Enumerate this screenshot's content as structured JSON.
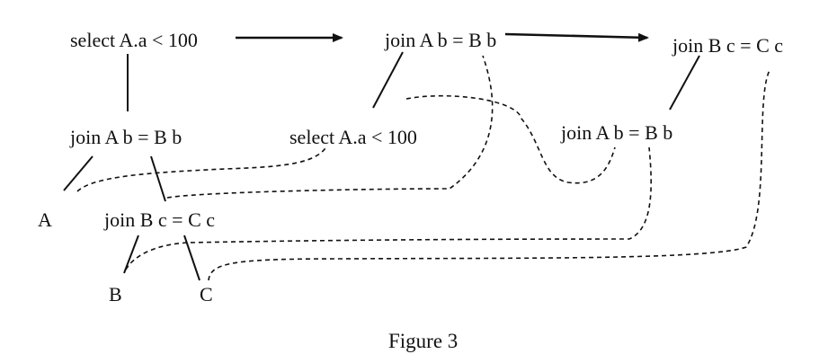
{
  "nodes": {
    "tree1_select": "select A.a < 100",
    "tree1_join_ab": "join A b = B b",
    "tree1_leaf_a": "A",
    "tree1_join_bc": "join B c = C c",
    "tree1_leaf_b": "B",
    "tree1_leaf_c": "C",
    "tree2_join_ab": "join A b = B b",
    "tree2_select": "select A.a < 100",
    "tree3_join_bc": "join B c = C c",
    "tree3_join_ab": "join A b = B b"
  },
  "caption": "Figure 3"
}
